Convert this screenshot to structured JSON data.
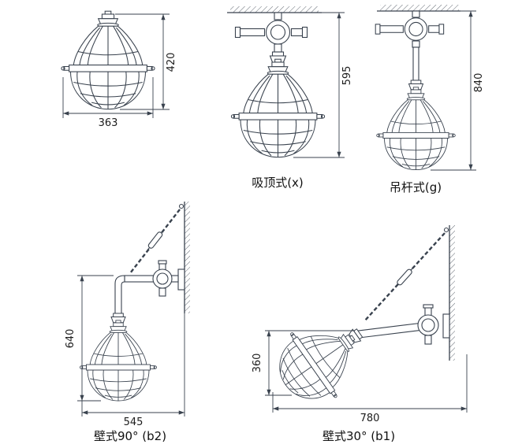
{
  "diagram": {
    "type": "technical-line-drawing",
    "subject": "explosion-proof caged lamp mounting configurations",
    "colors": {
      "line": "#39424e",
      "text": "#1c1c1c",
      "background": "#ffffff"
    },
    "figures": {
      "plain": {
        "dim_height": "420",
        "dim_width": "363"
      },
      "ceiling": {
        "label": "吸顶式(x)",
        "dim_height": "595"
      },
      "rod": {
        "label": "吊杆式(g)",
        "dim_height": "840"
      },
      "wall90": {
        "label": "壁式90° (b2)",
        "dim_height": "640",
        "dim_width": "545"
      },
      "wall30": {
        "label": "壁式30° (b1)",
        "dim_height": "360",
        "dim_width": "780"
      }
    }
  }
}
